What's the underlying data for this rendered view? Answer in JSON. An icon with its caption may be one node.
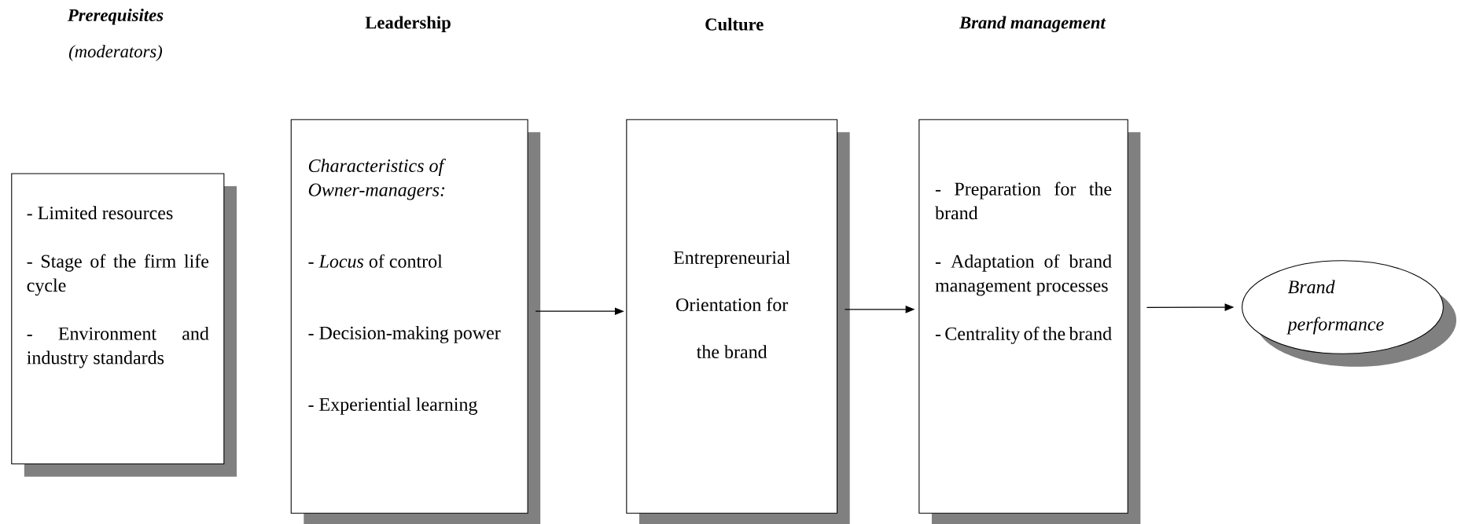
{
  "diagram": {
    "nodes": [
      {
        "text": [
          "- Limited resources",
          "- Stage of the firm life cycle",
          "- Environment and industry standards"
        ]
      },
      {
        "text": [
          "Characteristics of Owner-managers:",
          "- *Locus* of control",
          "- Decision-making power",
          "- Experiential learning"
        ]
      },
      {
        "text": [
          "Entrepreneurial Orientation for the brand"
        ]
      },
      {
        "text": [
          "- Preparation for the brand",
          "- Adaptation of brand management processes",
          "- Centrality of the brand"
        ]
      },
      {
        "text": [
          "Brand performance"
        ]
      }
    ],
    "edges": [
      {
        "from": 1,
        "to": 2,
        "arrow": "to"
      },
      {
        "from": 2,
        "to": 3,
        "arrow": "to"
      },
      {
        "from": 3,
        "to": 4,
        "arrow": "to"
      }
    ],
    "labels": [
      "Prerequisites",
      "(moderators)",
      "Leadership",
      "Culture",
      "Brand management"
    ]
  }
}
